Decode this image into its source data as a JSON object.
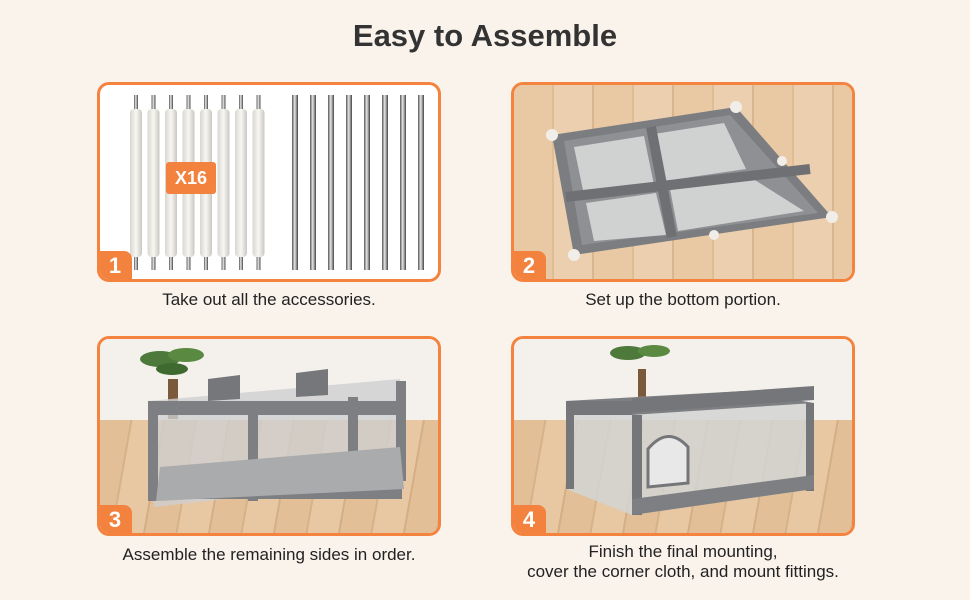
{
  "title": "Easy to Assemble",
  "steps": [
    {
      "number": "1",
      "caption": "Take out all the accessories.",
      "tag": "X16"
    },
    {
      "number": "2",
      "caption": "Set up the bottom portion."
    },
    {
      "number": "3",
      "caption": "Assemble the remaining sides in order."
    },
    {
      "number": "4",
      "caption_line1": "Finish the final mounting,",
      "caption_line2": "cover the corner cloth, and mount fittings."
    }
  ],
  "colors": {
    "accent": "#f3833f",
    "background": "#faf3ec",
    "fabric": "#7d7f82"
  }
}
